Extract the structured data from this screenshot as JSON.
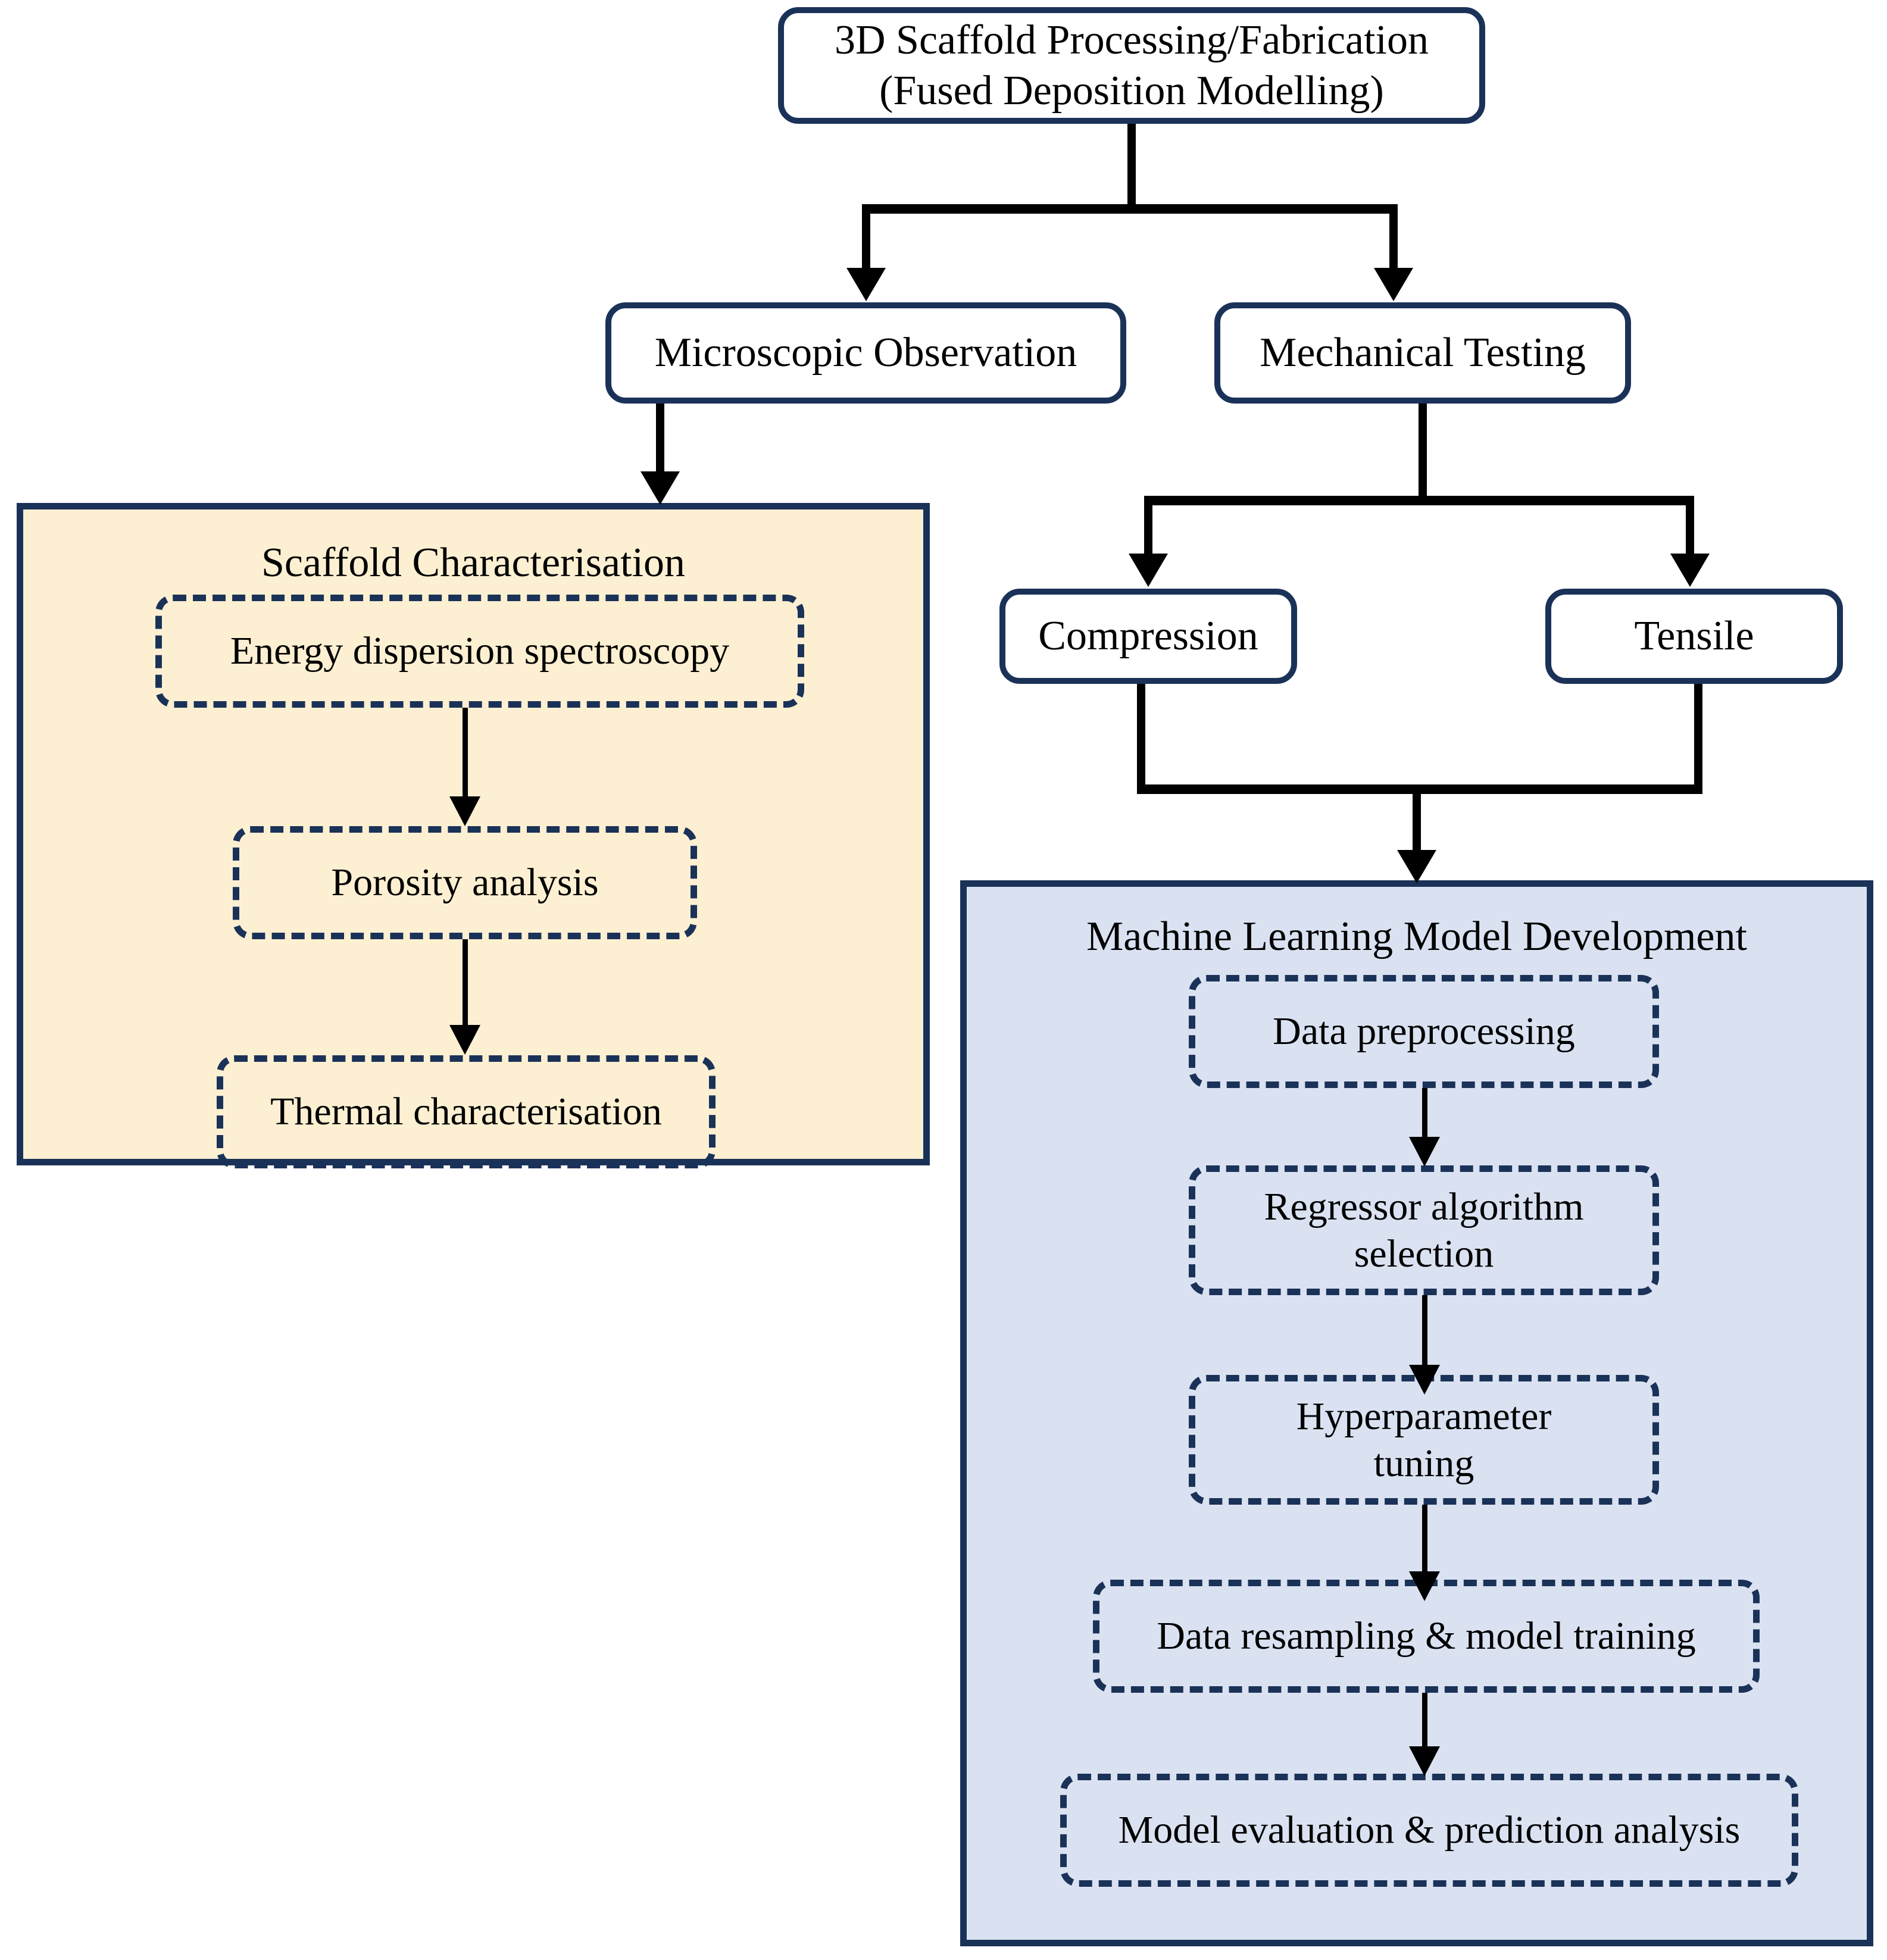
{
  "diagram": {
    "title": "3D scaffold fabrication, characterisation and machine learning workflow",
    "colors": {
      "node_border": "#1B3258",
      "node_fill": "#FFFFFF",
      "scaffold_panel_fill": "#FDF0D2",
      "ml_panel_fill": "#DAE2F2",
      "connector": "#000000",
      "text": "#000000"
    },
    "nodes": {
      "root": {
        "line1": "3D Scaffold Processing/Fabrication",
        "line2": "(Fused Deposition Modelling)"
      },
      "microscopic_observation": "Microscopic Observation",
      "mechanical_testing": "Mechanical Testing",
      "compression": "Compression",
      "tensile": "Tensile"
    },
    "scaffold_panel": {
      "title": "Scaffold Characterisation",
      "steps": [
        "Energy dispersion spectroscopy",
        "Porosity analysis",
        "Thermal characterisation"
      ]
    },
    "ml_panel": {
      "title": "Machine Learning Model Development",
      "steps": [
        "Data preprocessing",
        "Regressor algorithm selection",
        "Hyperparameter tuning",
        "Data resampling & model training",
        "Model evaluation & prediction analysis"
      ],
      "steps_lines": {
        "regressor_line1": "Regressor algorithm",
        "regressor_line2": "selection",
        "hyper_line1": "Hyperparameter",
        "hyper_line2": "tuning"
      }
    },
    "edges": [
      {
        "from": "3D Scaffold Processing/Fabrication (Fused Deposition Modelling)",
        "to": "Microscopic Observation"
      },
      {
        "from": "3D Scaffold Processing/Fabrication (Fused Deposition Modelling)",
        "to": "Mechanical Testing"
      },
      {
        "from": "Microscopic Observation",
        "to": "Scaffold Characterisation"
      },
      {
        "from": "Mechanical Testing",
        "to": "Compression"
      },
      {
        "from": "Mechanical Testing",
        "to": "Tensile"
      },
      {
        "from": "Compression",
        "to": "Machine Learning Model Development"
      },
      {
        "from": "Tensile",
        "to": "Machine Learning Model Development"
      },
      {
        "from": "Energy dispersion spectroscopy",
        "to": "Porosity analysis"
      },
      {
        "from": "Porosity analysis",
        "to": "Thermal characterisation"
      },
      {
        "from": "Data preprocessing",
        "to": "Regressor algorithm selection"
      },
      {
        "from": "Regressor algorithm selection",
        "to": "Hyperparameter tuning"
      },
      {
        "from": "Hyperparameter tuning",
        "to": "Data resampling & model training"
      },
      {
        "from": "Data resampling & model training",
        "to": "Model evaluation & prediction analysis"
      }
    ]
  }
}
